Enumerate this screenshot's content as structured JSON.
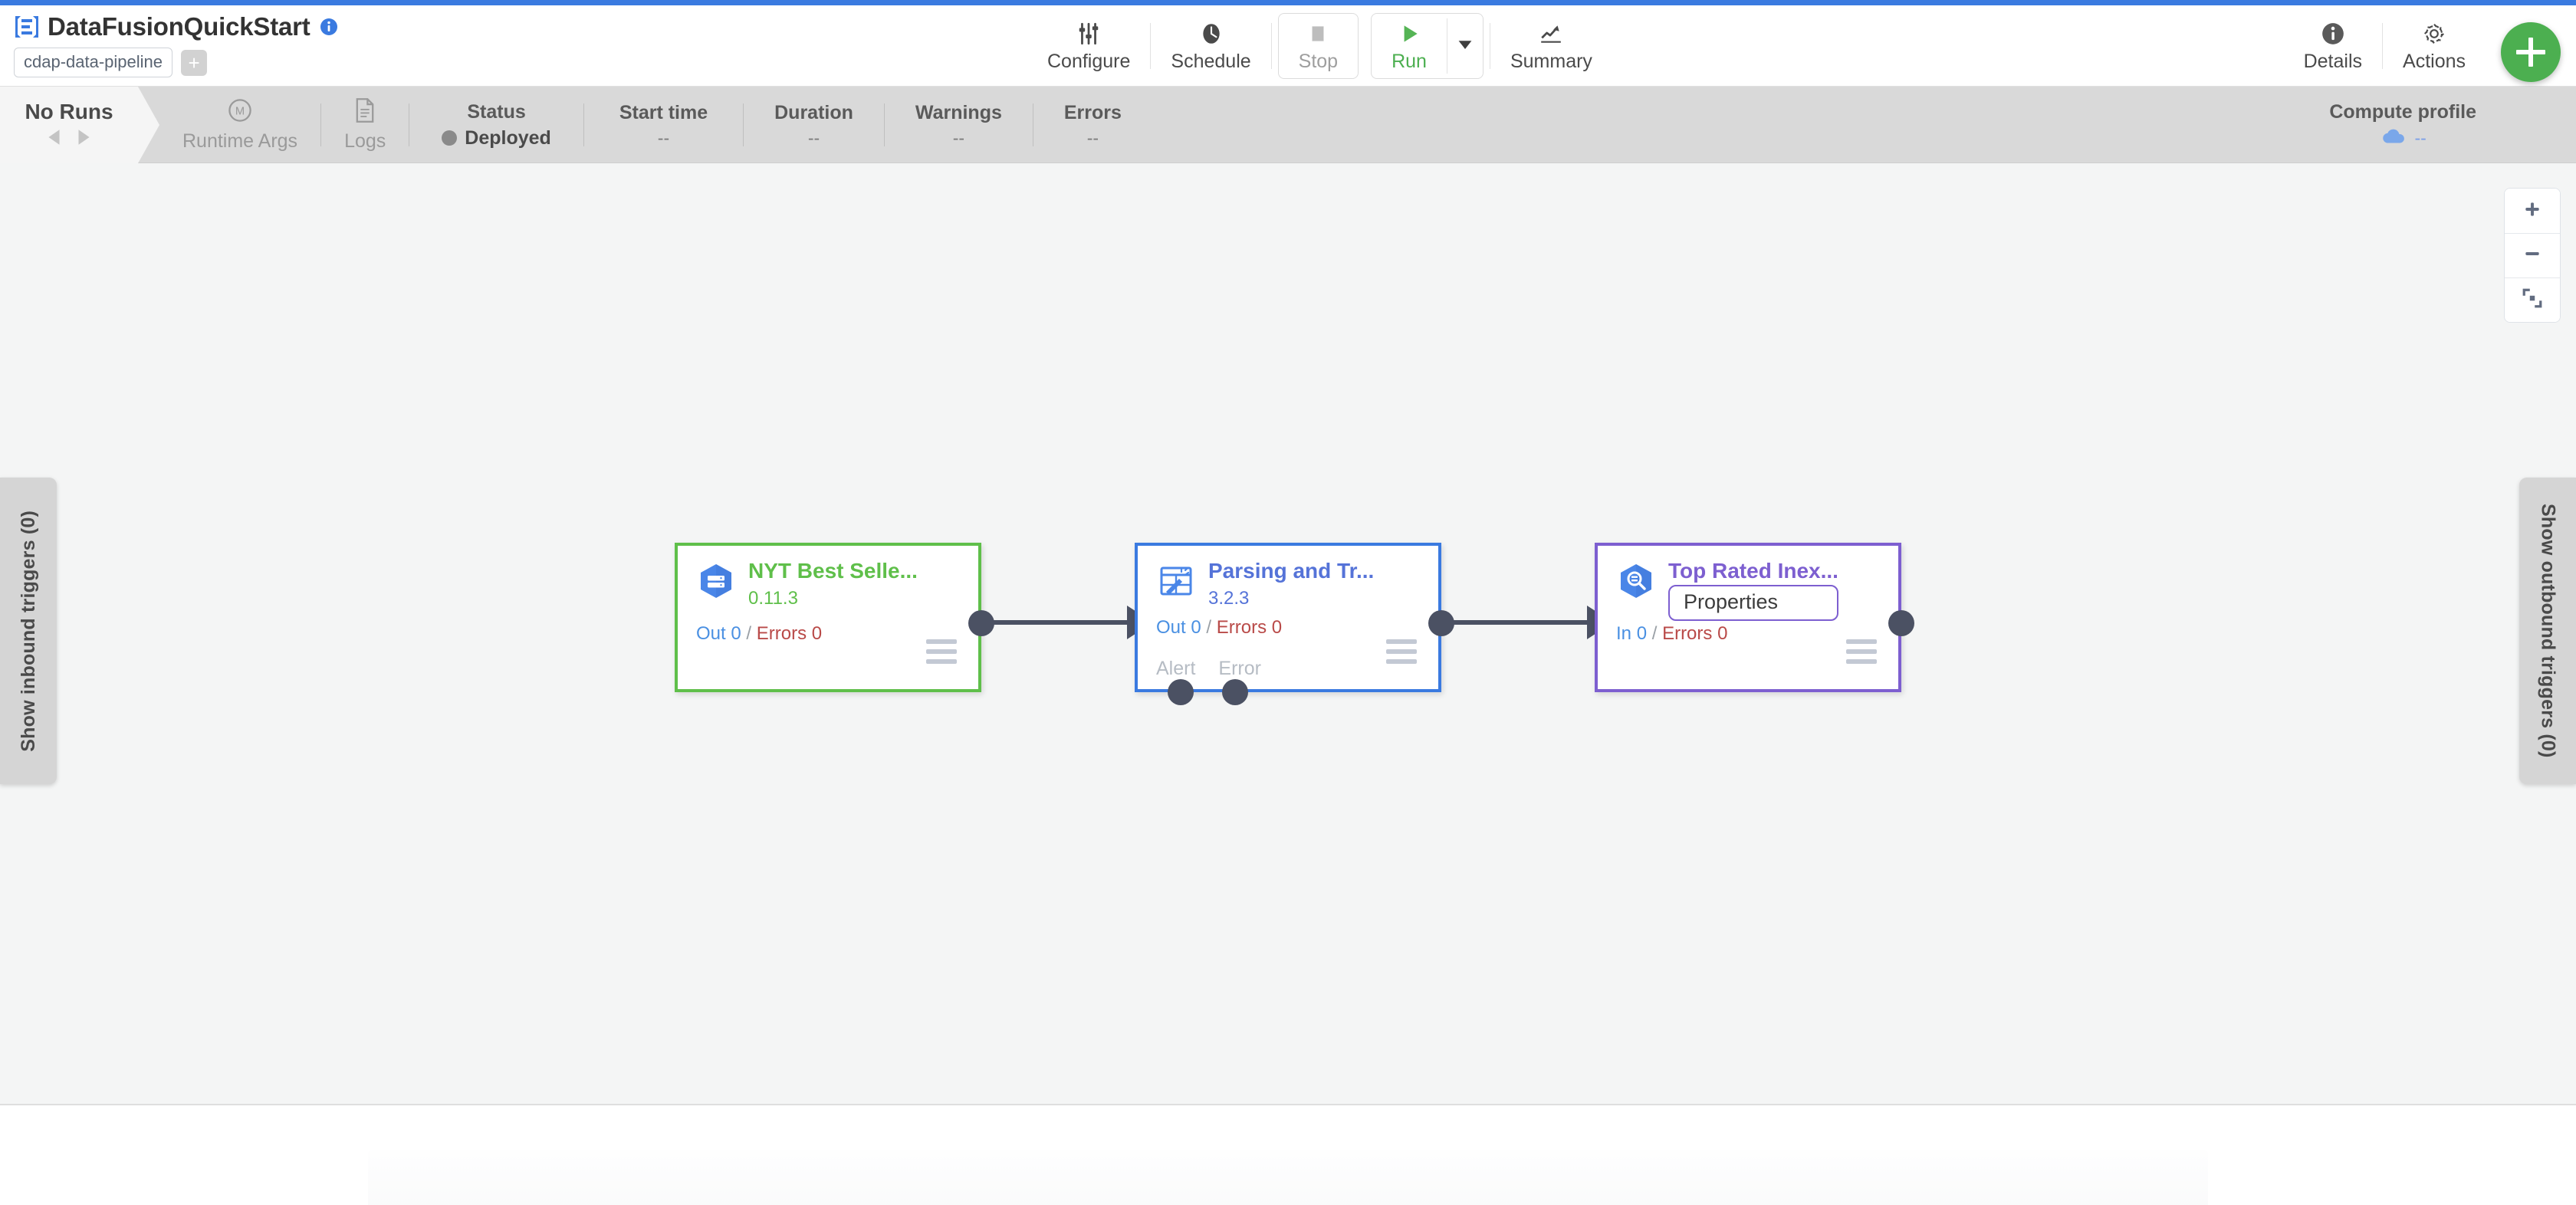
{
  "theme": {
    "accent_blue": "#3a7ae0",
    "green": "#4caf50",
    "node_green": "#5fbf4a",
    "node_blue": "#3a7ae0",
    "node_purple": "#7d5fd0",
    "error_red": "#b94a48",
    "canvas_bg": "#f4f5f5",
    "runbar_bg": "#d9d9d9"
  },
  "header": {
    "logo_icon": "cdap-logo-icon",
    "pipeline_title": "DataFusionQuickStart",
    "info_icon": "info-icon",
    "artifact_badge": "cdap-data-pipeline",
    "add_badge_label": "+",
    "toolbar": [
      {
        "id": "configure",
        "label": "Configure",
        "icon": "sliders-icon",
        "state": "enabled"
      },
      {
        "id": "schedule",
        "label": "Schedule",
        "icon": "clock-icon",
        "state": "enabled"
      },
      {
        "id": "stop",
        "label": "Stop",
        "icon": "stop-square-icon",
        "state": "disabled"
      },
      {
        "id": "run",
        "label": "Run",
        "icon": "play-triangle-icon",
        "state": "active"
      },
      {
        "id": "run-menu",
        "label": "",
        "icon": "caret-down-icon",
        "state": "enabled"
      },
      {
        "id": "summary",
        "label": "Summary",
        "icon": "line-chart-icon",
        "state": "enabled"
      }
    ],
    "toolbar_right": [
      {
        "id": "details",
        "label": "Details",
        "icon": "info-circle-icon"
      },
      {
        "id": "actions",
        "label": "Actions",
        "icon": "gear-icon"
      }
    ],
    "fab": {
      "icon": "plus-icon",
      "label": "+"
    }
  },
  "runbar": {
    "runs_label": "No Runs",
    "prev_icon": "caret-left-icon",
    "next_icon": "caret-right-icon",
    "items": [
      {
        "id": "runtime-args",
        "head": "Runtime Args",
        "value": "",
        "icon": "macro-circle-icon",
        "muted": true
      },
      {
        "id": "logs",
        "head": "Logs",
        "value": "",
        "icon": "document-icon",
        "muted": true
      }
    ],
    "stats": [
      {
        "id": "status",
        "head": "Status",
        "value": "Deployed",
        "has_dot": true
      },
      {
        "id": "start-time",
        "head": "Start time",
        "value": "--"
      },
      {
        "id": "duration",
        "head": "Duration",
        "value": "--"
      },
      {
        "id": "warnings",
        "head": "Warnings",
        "value": "--"
      },
      {
        "id": "errors",
        "head": "Errors",
        "value": "--"
      }
    ],
    "compute_profile": {
      "head": "Compute profile",
      "icon": "cloud-icon",
      "value": "--"
    }
  },
  "canvas": {
    "zoom_controls": [
      {
        "id": "zoom-in",
        "icon": "plus-icon",
        "label": "+"
      },
      {
        "id": "zoom-out",
        "icon": "minus-icon",
        "label": "−"
      },
      {
        "id": "fit",
        "icon": "fit-screen-icon",
        "label": ""
      }
    ],
    "inbound_trigger_tab": "Show inbound triggers (0)",
    "outbound_trigger_tab": "Show outbound triggers (0)",
    "nodes": [
      {
        "id": "nyt-best-sellers",
        "name": "NYT Best Selle...",
        "version": "0.11.3",
        "color": "green",
        "icon": "bigquery-source-icon",
        "metrics_prefix": "Out",
        "metrics_out": "0",
        "metrics_sep": "/",
        "metrics_errors_label": "Errors",
        "metrics_errors": "0",
        "ports": [],
        "menu_icon": "hamburger-menu-icon"
      },
      {
        "id": "parsing-and-transform",
        "name": "Parsing and Tr...",
        "version": "3.2.3",
        "color": "blue",
        "icon": "wrangler-transform-icon",
        "metrics_prefix": "Out",
        "metrics_out": "0",
        "metrics_sep": "/",
        "metrics_errors_label": "Errors",
        "metrics_errors": "0",
        "ports": [
          "Alert",
          "Error"
        ],
        "menu_icon": "hamburger-menu-icon"
      },
      {
        "id": "top-rated-inexpensive",
        "name": "Top Rated Inex...",
        "version": "",
        "color": "purple",
        "icon": "bigquery-sink-icon",
        "tooltip": "Properties",
        "metrics_prefix": "In",
        "metrics_out": "0",
        "metrics_sep": "/",
        "metrics_errors_label": "Errors",
        "metrics_errors": "0",
        "ports": [],
        "menu_icon": "hamburger-menu-icon"
      }
    ]
  }
}
